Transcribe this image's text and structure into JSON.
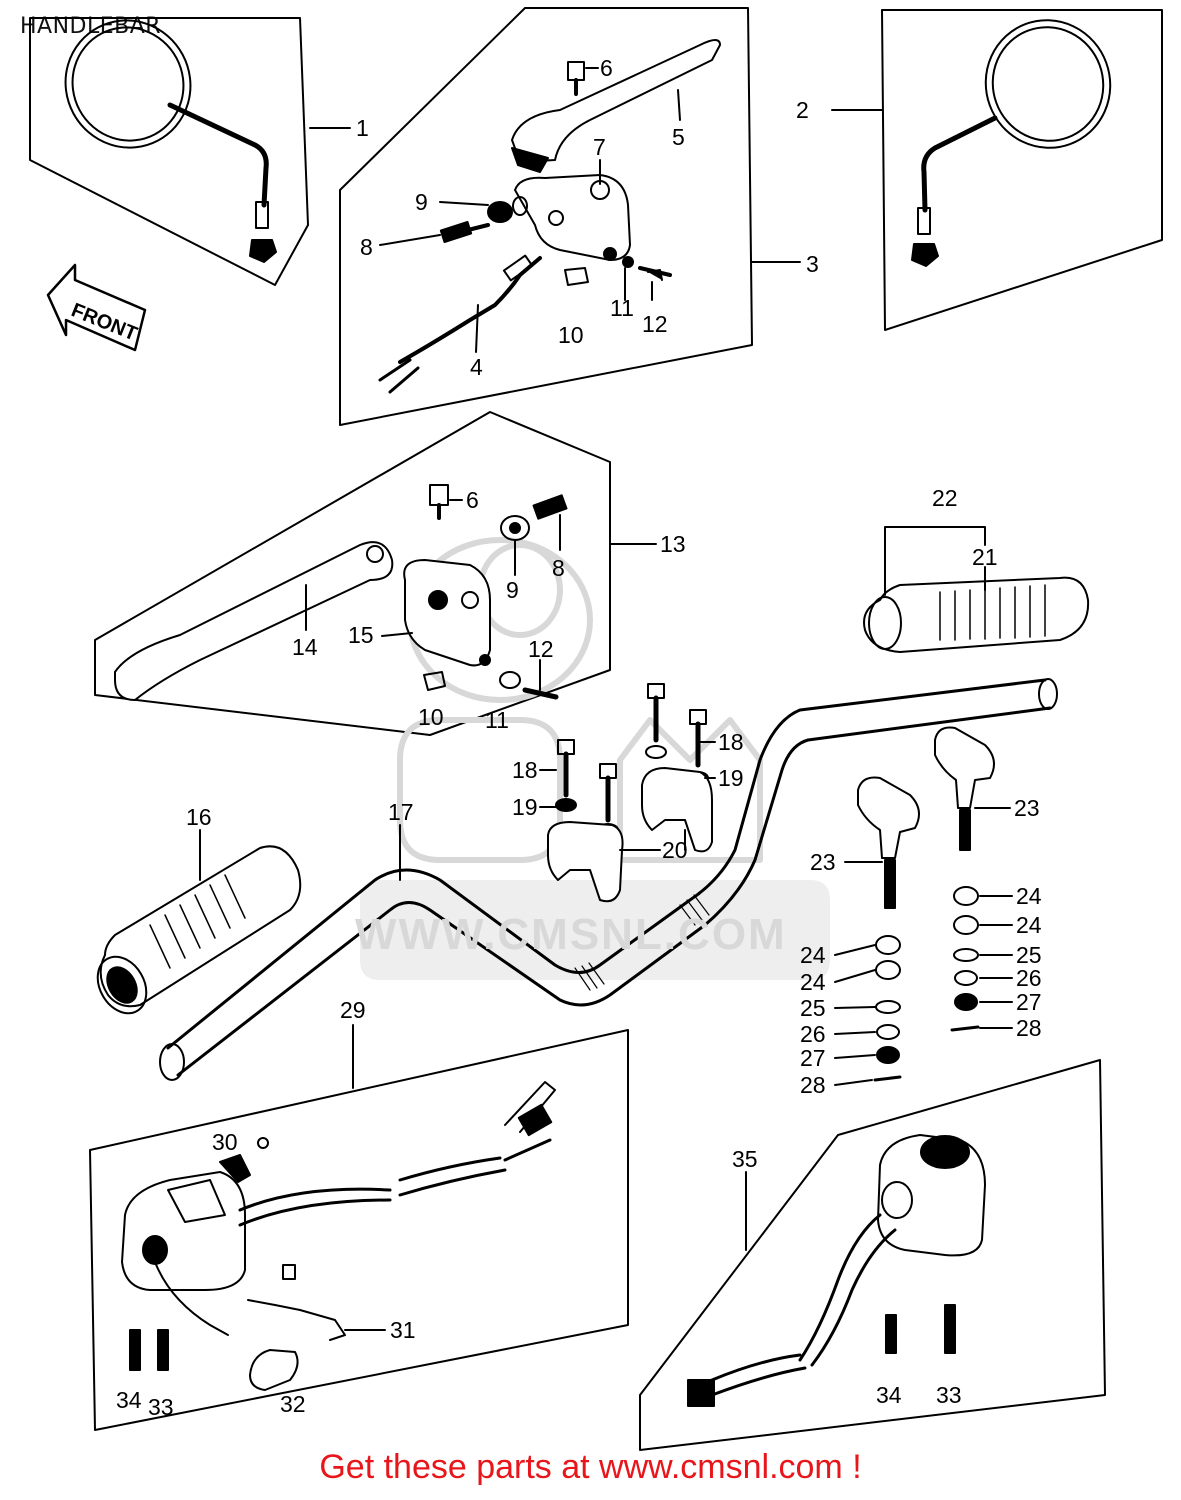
{
  "page": {
    "title": "HANDLEBAR",
    "footer": "Get these parts at www.cmsnl.com !",
    "watermark": "WWW.CMSNL.COM",
    "front_arrow_label": "FRONT",
    "colors": {
      "footer_text": "#e8161b",
      "line": "#000000",
      "watermark": "#d8d8d8"
    }
  },
  "callouts": {
    "c1": "1",
    "c2": "2",
    "c3": "3",
    "c4": "4",
    "c5": "5",
    "c6a": "6",
    "c7": "7",
    "c8a": "8",
    "c9a": "9",
    "c10a": "10",
    "c11a": "11",
    "c12a": "12",
    "c13": "13",
    "c14": "14",
    "c15": "15",
    "c6b": "6",
    "c8b": "8",
    "c9b": "9",
    "c10b": "10",
    "c11b": "11",
    "c12b": "12",
    "c16": "16",
    "c17": "17",
    "c18a": "18",
    "c18b": "18",
    "c19a": "19",
    "c19b": "19",
    "c20": "20",
    "c21": "21",
    "c22": "22",
    "c23a": "23",
    "c23b": "23",
    "c24a": "24",
    "c24b": "24",
    "c24c": "24",
    "c24d": "24",
    "c25a": "25",
    "c25b": "25",
    "c26a": "26",
    "c26b": "26",
    "c27a": "27",
    "c27b": "27",
    "c28a": "28",
    "c28b": "28",
    "c29": "29",
    "c30": "30",
    "c31": "31",
    "c32": "32",
    "c33a": "33",
    "c34a": "34",
    "c35": "35",
    "c33b": "33",
    "c34b": "34"
  }
}
